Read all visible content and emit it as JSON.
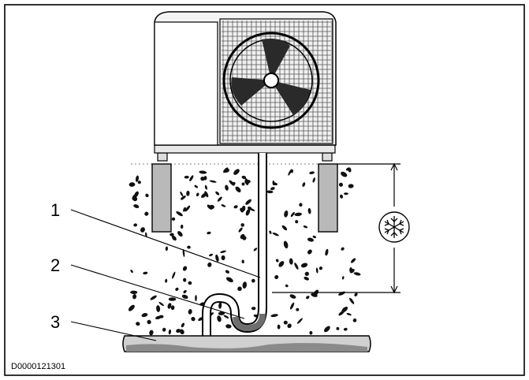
{
  "figure": {
    "document_id": "D0000121301",
    "callouts": [
      {
        "label": "1"
      },
      {
        "label": "2"
      },
      {
        "label": "3"
      }
    ],
    "icons": {
      "frost_depth": "snowflake-icon",
      "fan": "fan-icon"
    },
    "colors": {
      "line": "#000000",
      "foundation": "#b9b9b9",
      "drain_pipe": "#8a8a8a",
      "condensate": "#6e6e6e",
      "unit_body": "#f4f4f4"
    }
  }
}
